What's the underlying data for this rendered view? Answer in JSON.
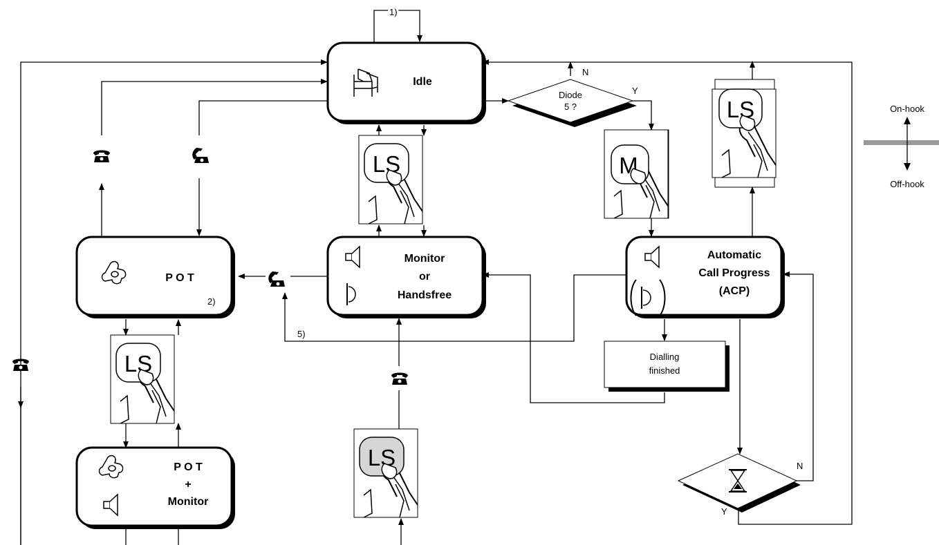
{
  "states": {
    "idle": "Idle",
    "pot": "P O T",
    "pot_note": "2)",
    "pot_monitor": [
      "P O T",
      "+",
      "Monitor"
    ],
    "monitor": [
      "Monitor",
      "or",
      "Handsfree"
    ],
    "acp": [
      "Automatic",
      "Call Progress",
      "(ACP)"
    ]
  },
  "decisions": {
    "diode": [
      "Diode",
      "5 ?"
    ],
    "yes": "Y",
    "no": "N"
  },
  "dialling": [
    "Dialling",
    "finished"
  ],
  "notes": {
    "n1": "1)",
    "n5": "5)"
  },
  "keys": {
    "ls": "LS",
    "m": "M"
  },
  "legend": {
    "on_hook": "On-hook",
    "off_hook": "Off-hook"
  },
  "icons": {
    "phone": "phone-on-hook-icon",
    "handset": "handset-lifted-icon",
    "bed": "bed-icon",
    "speaker": "speaker-icon",
    "microphone": "microphone-icon",
    "hourglass": "hourglass-icon",
    "hand": "hand-pressing-key-icon"
  }
}
